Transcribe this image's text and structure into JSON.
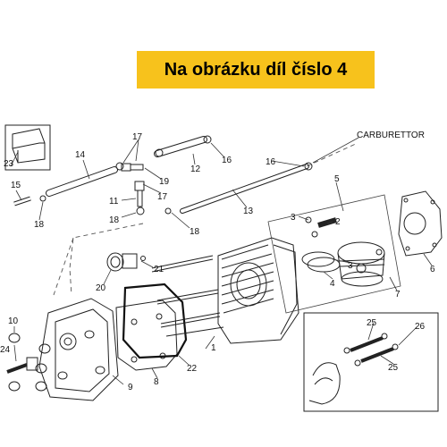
{
  "banner": {
    "text": "Na obrázku díl číslo 4",
    "color": "#f7c21c"
  },
  "diagram": {
    "carburettor_label": "CARBURETTOR",
    "callouts": {
      "c1": "1",
      "c2": "2",
      "c3a": "3",
      "c3b": "3",
      "c4": "4",
      "c5": "5",
      "c6": "6",
      "c7": "7",
      "c8": "8",
      "c9": "9",
      "c10": "10",
      "c11": "11",
      "c12": "12",
      "c13": "13",
      "c14": "14",
      "c15": "15",
      "c16a": "16",
      "c16b": "16",
      "c17a": "17",
      "c17b": "17",
      "c18a": "18",
      "c18b": "18",
      "c18c": "18",
      "c19": "19",
      "c20": "20",
      "c21": "21",
      "c22": "22",
      "c23": "23",
      "c24": "24",
      "c25a": "25",
      "c25b": "25",
      "c26": "26"
    }
  }
}
